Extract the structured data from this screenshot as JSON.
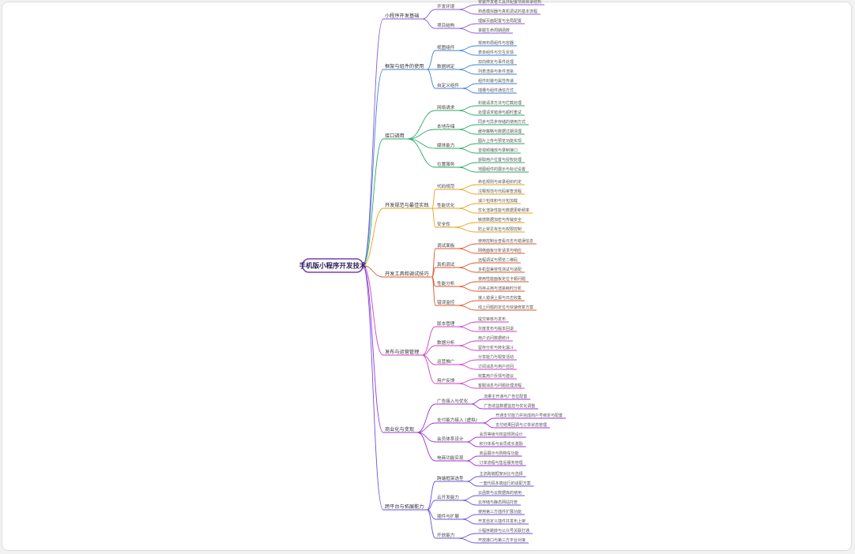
{
  "root": {
    "label": "手机版小程序开发技术",
    "color": "#7a3fb0"
  },
  "branches": [
    {
      "label": "小程序开发基础",
      "color": "#8a5ad8",
      "children": [
        {
          "label": "开发环境",
          "leaves": [
            "安装开发者工具并配置项目目录结构",
            "熟悉模拟器与真机调试的基本流程"
          ]
        },
        {
          "label": "项目结构",
          "leaves": [
            "理解页面配置与全局配置",
            "掌握生命周期函数"
          ]
        }
      ]
    },
    {
      "label": "框架与组件的使用",
      "color": "#3f7fd8",
      "children": [
        {
          "label": "视图组件",
          "leaves": [
            "常用布局组件与容器",
            "表单组件与交互反馈"
          ]
        },
        {
          "label": "数据绑定",
          "leaves": [
            "双向绑定与事件处理",
            "列表渲染与条件渲染"
          ]
        },
        {
          "label": "自定义组件",
          "leaves": [
            "组件封装与属性传递",
            "插槽与组件通信方式"
          ]
        }
      ]
    },
    {
      "label": "接口调用",
      "color": "#2aa86a",
      "children": [
        {
          "label": "网络请求",
          "leaves": [
            "封装请求方法与拦截处理",
            "处理请求错误与超时重试"
          ]
        },
        {
          "label": "本地存储",
          "leaves": [
            "同步与异步存储的使用方式",
            "缓存策略与数据过期清理"
          ]
        },
        {
          "label": "媒体能力",
          "leaves": [
            "图片上传与预览功能实现",
            "音视频播放与录制接口"
          ]
        },
        {
          "label": "位置服务",
          "leaves": [
            "获取用户位置与授权处理",
            "地图组件的展示与标记设置"
          ]
        }
      ]
    },
    {
      "label": "开发规范与最佳实践",
      "color": "#e8a219",
      "children": [
        {
          "label": "代码规范",
          "leaves": [
            "命名规则与目录组织约定",
            "注释规范与代码审查流程"
          ]
        },
        {
          "label": "性能优化",
          "leaves": [
            "减少包体积与分包加载",
            "优化渲染性能与数据更新频率"
          ]
        },
        {
          "label": "安全性",
          "leaves": [
            "敏感数据加密与传输安全",
            "防止常见攻击与权限控制"
          ]
        }
      ]
    },
    {
      "label": "开发工具和调试技巧",
      "color": "#e0542a",
      "children": [
        {
          "label": "调试面板",
          "leaves": [
            "使用控制台查看日志与错误信息",
            "网络面板分析请求与响应"
          ]
        },
        {
          "label": "真机调试",
          "leaves": [
            "远程调试与预览二维码",
            "多机型兼容性测试与适配"
          ]
        },
        {
          "label": "性能分析",
          "leaves": [
            "使用性能面板定位卡顿问题",
            "内存占用与渲染耗时分析"
          ]
        },
        {
          "label": "错误监控",
          "leaves": [
            "接入错误上报与日志收集",
            "线上问题的定位与快速修复方案"
          ]
        }
      ]
    },
    {
      "label": "发布与运营管理",
      "color": "#d23ec8",
      "children": [
        {
          "label": "版本管理",
          "leaves": [
            "提交审核与发布",
            "灰度发布与版本回退"
          ]
        },
        {
          "label": "数据分析",
          "leaves": [
            "用户访问数据统计",
            "留存分析与转化漏斗"
          ]
        },
        {
          "label": "运营推广",
          "leaves": [
            "分享能力与裂变活动",
            "订阅消息与用户召回"
          ]
        },
        {
          "label": "用户反馈",
          "leaves": [
            "收集用户反馈与建议",
            "客服消息与问题处理流程"
          ]
        }
      ]
    },
    {
      "label": "商业化与变现",
      "color": "#a030d8",
      "children": [
        {
          "label": "广告接入与优化",
          "leaves": [
            "流量主开通与广告位配置",
            "广告收益数据监控与优化调整"
          ]
        },
        {
          "label": "支付能力接入 (虚拟)",
          "leaves": [
            "开通支付能力并完成商户号绑定与配置",
            "支付结果回调与订单状态管理"
          ]
        },
        {
          "label": "会员体系设计",
          "leaves": [
            "会员等级与权益规则设计",
            "积分体系与会员成长激励"
          ]
        },
        {
          "label": "电商功能实现",
          "leaves": [
            "商品展示与购物车功能",
            "订单流程与售后服务管理"
          ]
        }
      ]
    },
    {
      "label": "跨平台与拓展能力",
      "color": "#6f4fe0",
      "children": [
        {
          "label": "跨端框架选型",
          "leaves": [
            "主流跨端框架对比与选择",
            "一套代码多端运行的适配方案"
          ]
        },
        {
          "label": "云开发能力",
          "leaves": [
            "云函数与云数据库的使用",
            "云存储与静态网站托管"
          ]
        },
        {
          "label": "插件与扩展",
          "leaves": [
            "使用第三方插件扩展功能",
            "开发自定义插件并发布上架"
          ]
        },
        {
          "label": "开放能力",
          "leaves": [
            "小程序跳转与公众号关联打通",
            "开放接口与第三方平台对接"
          ]
        }
      ]
    }
  ]
}
